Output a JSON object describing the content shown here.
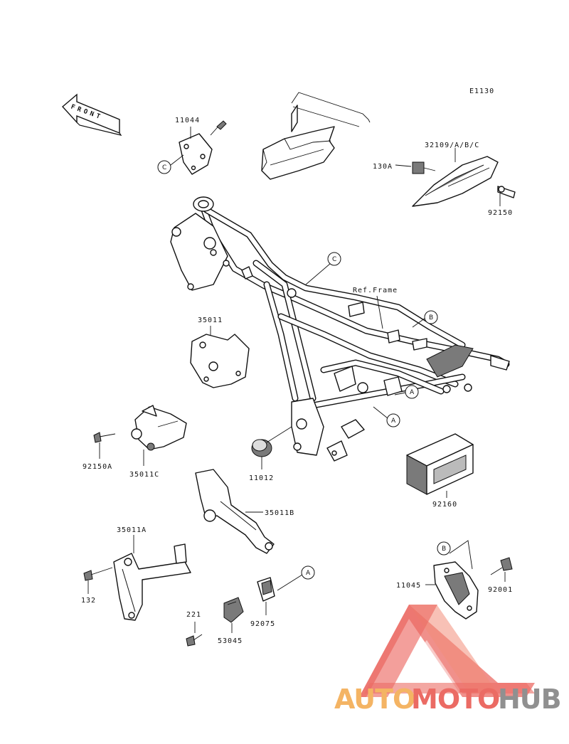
{
  "diagram_code": "E1130",
  "front_arrow_text": "FRONT",
  "reference_text": "Ref.Frame",
  "watermark": {
    "text_part1": "AUTO",
    "text_part2": "MOTO",
    "text_part3": "HUB",
    "color_orange": "#f3a84a",
    "color_red": "#e8524a",
    "color_gray": "#7d7d7d"
  },
  "part_labels": {
    "p11044": "11044",
    "p32109": "32109/A/B/C",
    "p130A": "130A",
    "p92150": "92150",
    "p35011": "35011",
    "p92150A": "92150A",
    "p35011C": "35011C",
    "p11012": "11012",
    "p35011B": "35011B",
    "p92160": "92160",
    "p35011A": "35011A",
    "p132": "132",
    "p221": "221",
    "p53045": "53045",
    "p92075": "92075",
    "p11045": "11045",
    "p92001": "92001"
  },
  "circle_refs": {
    "c1": "C",
    "c2": "C",
    "b1": "B",
    "b2": "B",
    "a1": "A",
    "a2": "A",
    "a3": "A"
  }
}
